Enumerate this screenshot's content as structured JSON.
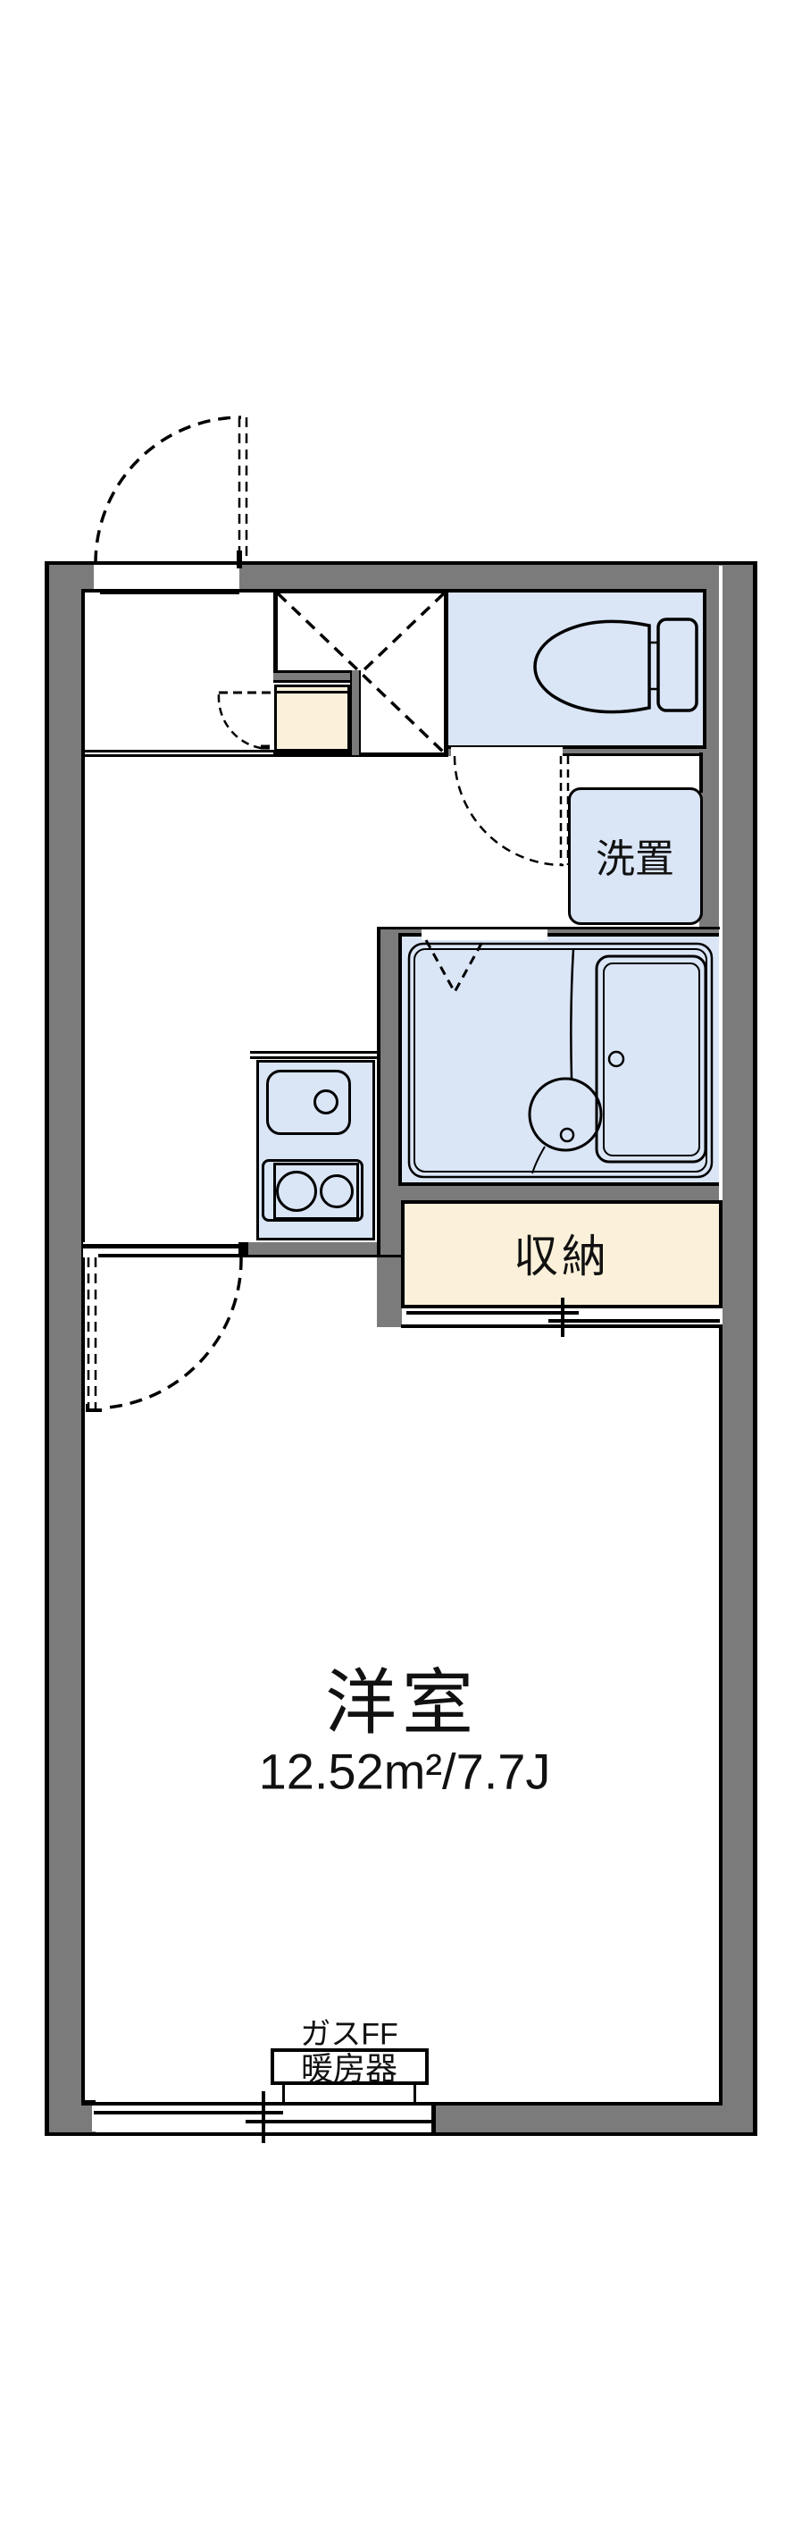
{
  "floor_plan": {
    "labels": {
      "western_room": {
        "name": "洋室",
        "area": "12.52m²/7.7J"
      },
      "storage": "収納",
      "washer_space": "洗置",
      "heater_caption": "ガスFF",
      "heater_unit": "暖房器"
    },
    "colors": {
      "wall_gray": "#7b7b7b",
      "wet_area_fill": "#dae5f6",
      "storage_fill": "#fbf1da",
      "line_black": "#000000",
      "background": "#ffffff"
    },
    "icons": [
      "entrance-door-swing-icon",
      "shoe-closet-x-icon",
      "toilet-icon",
      "washer-space-icon",
      "unit-bath-icon",
      "bathtub-icon",
      "kitchen-sink-icon",
      "gas-stove-icon",
      "storage-sliding-door-icon",
      "sliding-window-icon",
      "gas-ff-heater-icon"
    ]
  }
}
